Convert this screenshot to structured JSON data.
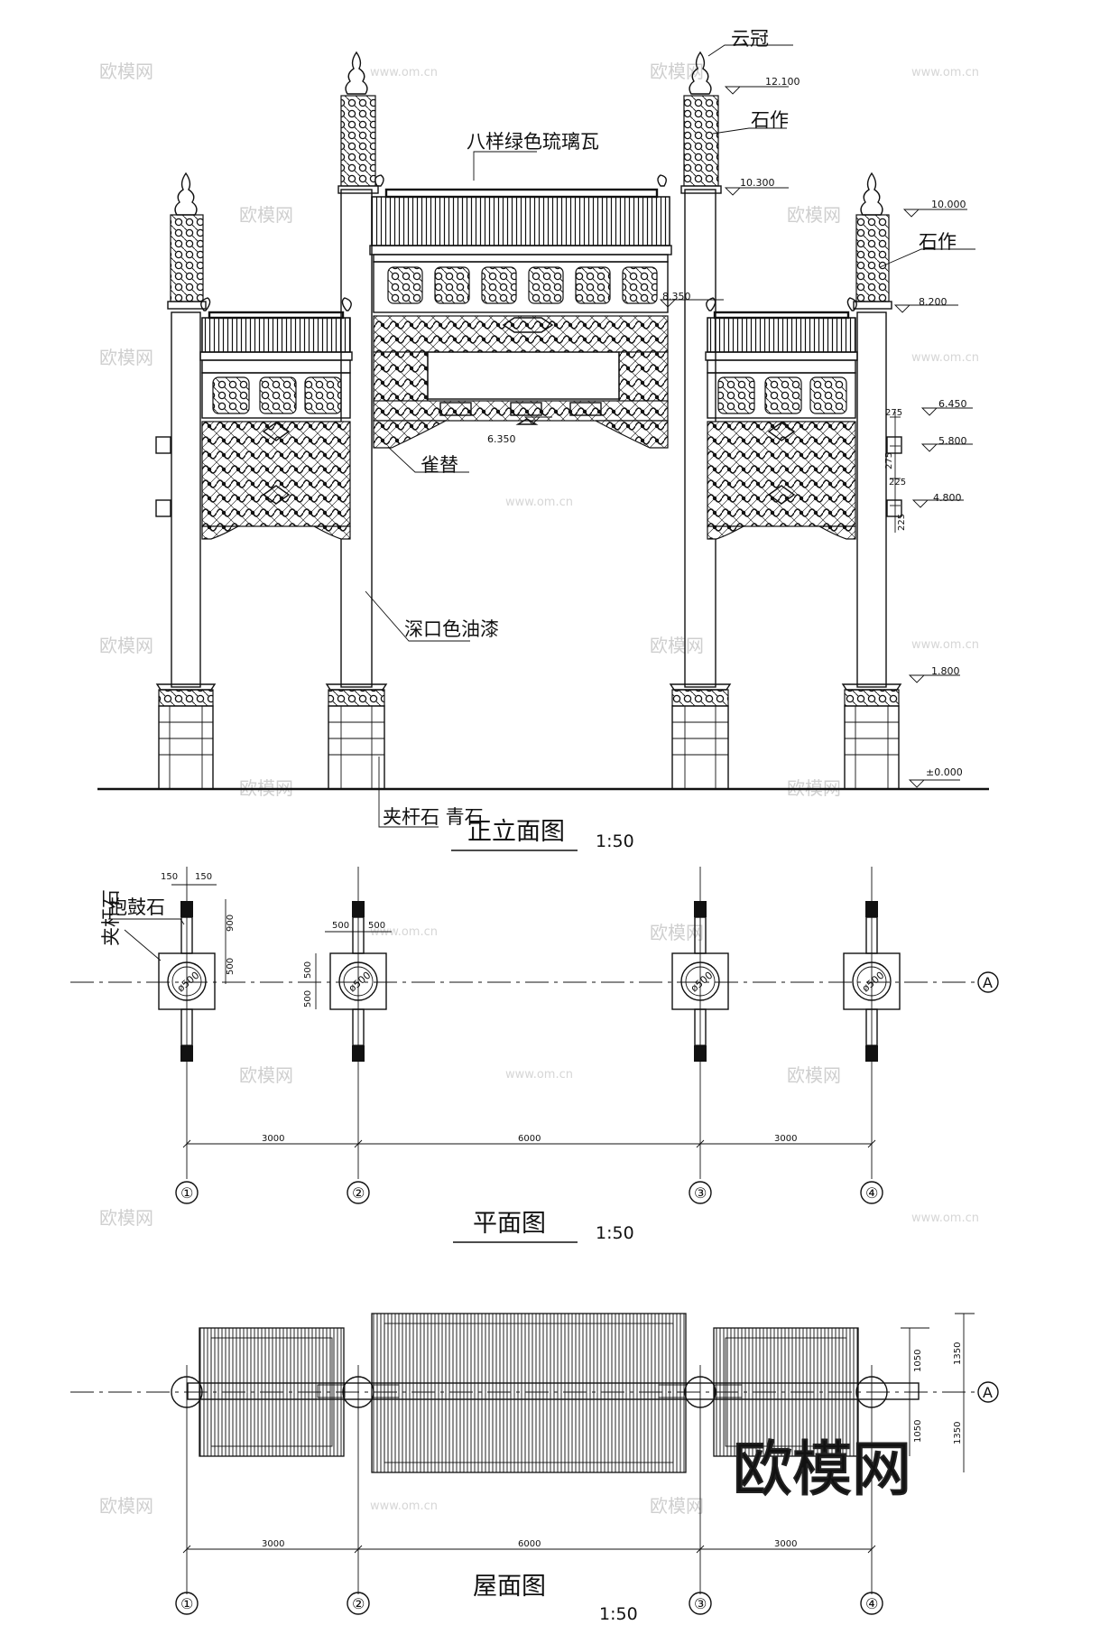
{
  "watermark": {
    "logo_text": "欧模网",
    "url_text": "www.om.cn",
    "corner_logo_text": "欧模网"
  },
  "elevation": {
    "title": "正立面图",
    "scale": "1:50",
    "labels": {
      "cloud_crown": "云冠",
      "glazed_tile": "八样绿色琉璃瓦",
      "stone_work_1": "石作",
      "stone_work_2": "石作",
      "bracket": "雀替",
      "paint": "深口色油漆",
      "clamp_stone": "夹杆石 青石"
    },
    "levels": [
      "12.100",
      "10.300",
      "10.000",
      "8.350",
      "8.200",
      "6.450",
      "6.350",
      "5.800",
      "4.800",
      "1.800",
      "±0.000"
    ],
    "small_dims": [
      "275",
      "275",
      "225",
      "225"
    ]
  },
  "plan": {
    "title": "平面图",
    "scale": "1:50",
    "labels": {
      "drum_stone": "抱鼓石",
      "clamp_stone": "夹杆石"
    },
    "column_tag": "ø500",
    "dims_top": [
      "150",
      "150",
      "500",
      "500",
      "900",
      "500",
      "500",
      "500"
    ],
    "spans": [
      "3000",
      "6000",
      "3000"
    ],
    "axes": [
      "①",
      "②",
      "③",
      "④"
    ],
    "row_axis": "A"
  },
  "roof_plan": {
    "title": "屋面图",
    "scale": "1:50",
    "spans": [
      "3000",
      "6000",
      "3000"
    ],
    "axes": [
      "①",
      "②",
      "③",
      "④"
    ],
    "row_axis": "A",
    "side_dims": [
      "1050",
      "1350",
      "1050",
      "1350"
    ]
  }
}
